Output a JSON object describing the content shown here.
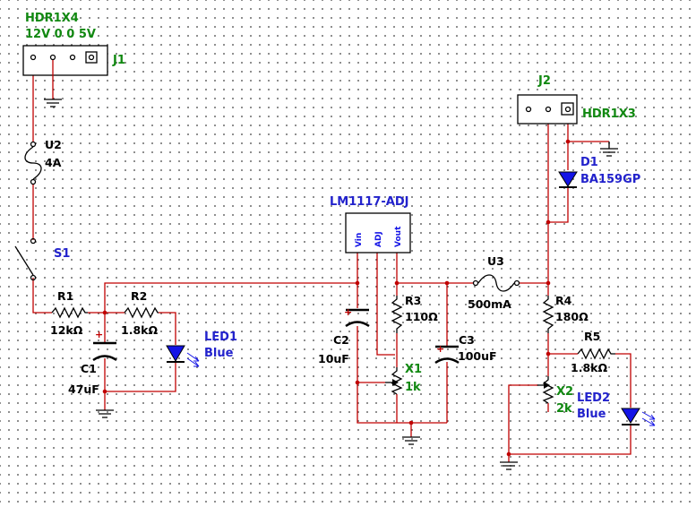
{
  "colors": {
    "wire": "#c00000",
    "label_green": "#118811",
    "label_blue": "#2222cc",
    "led_fill": "#1414e6"
  },
  "components": {
    "j1": {
      "ref": "J1",
      "part": "HDR1X4",
      "pins_label": "12V 0 0 5V"
    },
    "u2": {
      "ref": "U2",
      "value": "4A"
    },
    "s1": {
      "ref": "S1"
    },
    "r1": {
      "ref": "R1",
      "value": "12kΩ"
    },
    "r2": {
      "ref": "R2",
      "value": "1.8kΩ"
    },
    "c1": {
      "ref": "C1",
      "value": "47uF"
    },
    "led1": {
      "ref": "LED1",
      "value": "Blue"
    },
    "regulator": {
      "part": "LM1117-ADJ",
      "pin_vin": "Vin",
      "pin_adj": "ADJ",
      "pin_vout": "Vout"
    },
    "c2": {
      "ref": "C2",
      "value": "10uF"
    },
    "r3": {
      "ref": "R3",
      "value": "110Ω"
    },
    "x1": {
      "ref": "X1",
      "value": "1k"
    },
    "c3": {
      "ref": "C3",
      "value": "100uF"
    },
    "u3": {
      "ref": "U3",
      "value": "500mA"
    },
    "j2": {
      "ref": "J2",
      "part": "HDR1X3"
    },
    "d1": {
      "ref": "D1",
      "part": "BA159GP"
    },
    "r4": {
      "ref": "R4",
      "value": "180Ω"
    },
    "r5": {
      "ref": "R5",
      "value": "1.8kΩ"
    },
    "x2": {
      "ref": "X2",
      "value": "2k"
    },
    "led2": {
      "ref": "LED2",
      "value": "Blue"
    }
  },
  "symbols": {
    "capacitor_polarity": "+"
  }
}
